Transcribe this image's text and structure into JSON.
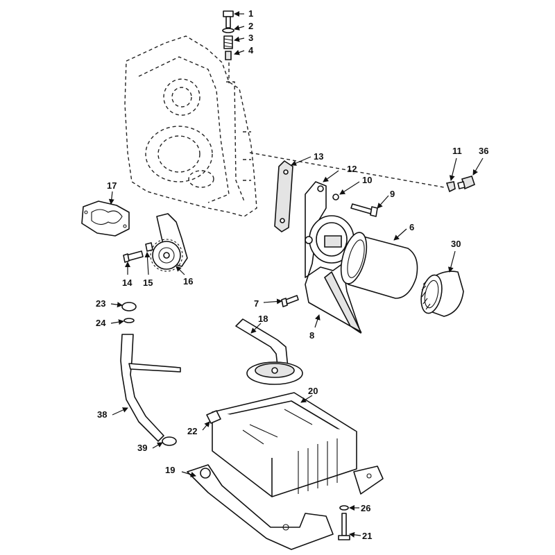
{
  "callouts": {
    "c1": "1",
    "c2": "2",
    "c3": "3",
    "c4": "4",
    "c6": "6",
    "c7": "7",
    "c8": "8",
    "c9": "9",
    "c10": "10",
    "c11": "11",
    "c12": "12",
    "c13": "13",
    "c14": "14",
    "c15": "15",
    "c16": "16",
    "c17": "17",
    "c18": "18",
    "c19": "19",
    "c20": "20",
    "c21": "21",
    "c22": "22",
    "c23": "23",
    "c24": "24",
    "c26": "26",
    "c30": "30",
    "c36": "36",
    "c38": "38",
    "c39": "39"
  }
}
